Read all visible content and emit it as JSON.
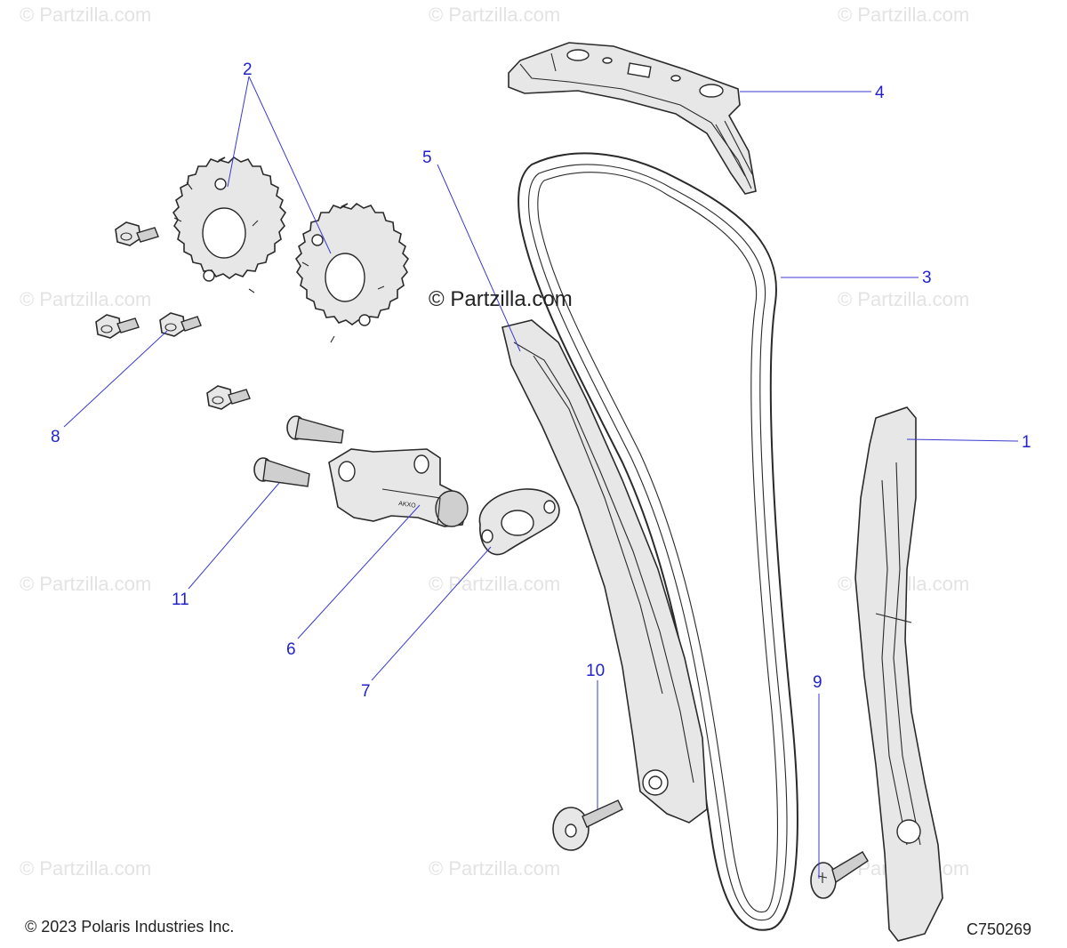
{
  "watermark_text": "© Partzilla.com",
  "center_watermark": "© Partzilla.com",
  "copyright": "© 2023 Polaris Industries Inc.",
  "diagram_id": "C750269",
  "callouts": [
    {
      "label": "1"
    },
    {
      "label": "2"
    },
    {
      "label": "3"
    },
    {
      "label": "4"
    },
    {
      "label": "5"
    },
    {
      "label": "6"
    },
    {
      "label": "7"
    },
    {
      "label": "8"
    },
    {
      "label": "9"
    },
    {
      "label": "10"
    },
    {
      "label": "11"
    }
  ],
  "tensioner_marking": "AKXO",
  "colors": {
    "callout": "#2222cc",
    "part_fill": "#e7e7e7",
    "outline": "#2a2a2a",
    "watermark": "#e3e3e3"
  }
}
